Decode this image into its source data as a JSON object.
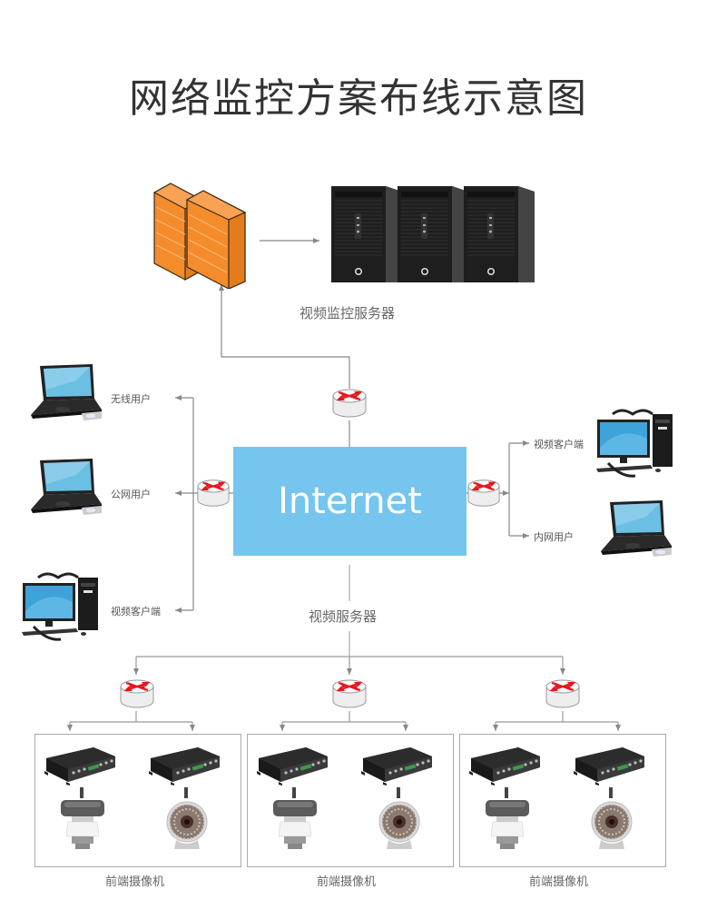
{
  "title": "网络监控方案布线示意图",
  "top": {
    "firewall": "firewall",
    "servers_label": "视频监控服务器",
    "server_count": 3
  },
  "internet_label": "Internet",
  "left_clients": [
    {
      "label": "无线用户",
      "device": "laptop"
    },
    {
      "label": "公网用户",
      "device": "laptop"
    },
    {
      "label": "视频客户端",
      "device": "desktop"
    }
  ],
  "right_clients": [
    {
      "label": "视频客户端",
      "device": "desktop"
    },
    {
      "label": "内网用户",
      "device": "laptop"
    }
  ],
  "video_server_label": "视频服务器",
  "camera_groups": [
    {
      "label": "前端摄像机",
      "devices": [
        "encoder",
        "ptz-camera",
        "encoder",
        "ir-camera"
      ]
    },
    {
      "label": "前端摄像机",
      "devices": [
        "encoder",
        "ptz-camera",
        "encoder",
        "ir-camera"
      ]
    },
    {
      "label": "前端摄像机",
      "devices": [
        "encoder",
        "ptz-camera",
        "encoder",
        "ir-camera"
      ]
    }
  ],
  "colors": {
    "internet": "#76c5ef",
    "firewall": "#f48c2c",
    "router_arrows": "#e8141b",
    "line": "#888888"
  }
}
